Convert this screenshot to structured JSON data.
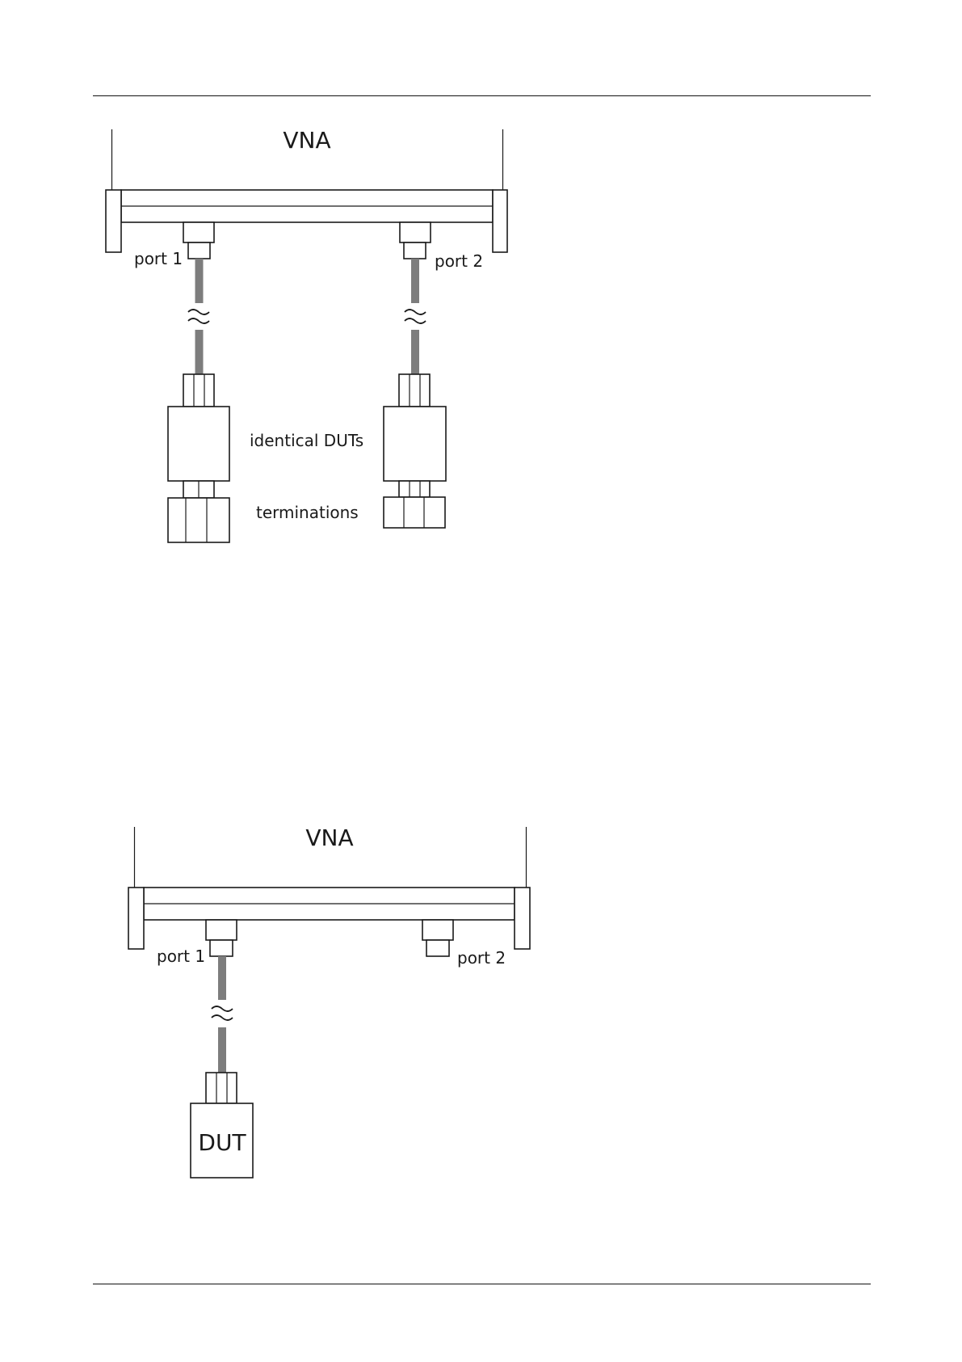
{
  "page": {
    "rule_color": "#333333",
    "cable_color": "#7d7d7d",
    "line_color": "#1a1a1a"
  },
  "diagram_top": {
    "vna_label": "VNA",
    "port1_label": "port 1",
    "port2_label": "port 2",
    "duts_label": "identical DUTs",
    "terminations_label": "terminations"
  },
  "diagram_bottom": {
    "vna_label": "VNA",
    "port1_label": "port 1",
    "port2_label": "port 2",
    "dut_label": "DUT"
  }
}
